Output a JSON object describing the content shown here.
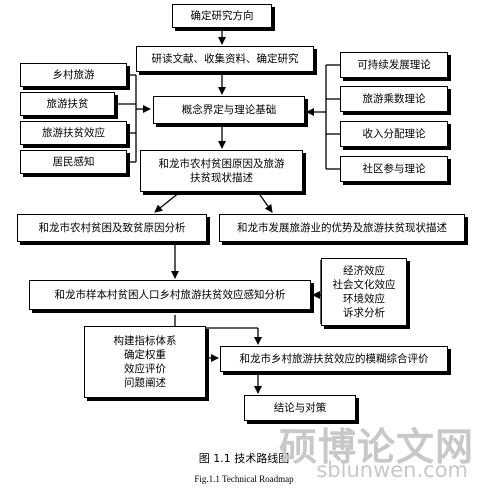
{
  "boxes": {
    "start": "确定研究方向",
    "research": "研读文献、收集资料、确定研究",
    "concept": "概念界定与理论基础",
    "status": [
      "和龙市农村贫困原因及旅游",
      "扶贫现状描述"
    ],
    "poverty_cause": "和龙市农村贫困及致贫原因分析",
    "tourism_advantage": "和龙市发展旅游业的优势及旅游扶贫现状描述",
    "perception": "和龙市样本村贫困人口乡村旅游扶贫效应感知分析",
    "fuzzy_eval": "和龙市乡村旅游扶贫效应的模糊综合评价",
    "conclusion": "结论与对策"
  },
  "left_concepts": [
    "乡村旅游",
    "旅游扶贫",
    "旅游扶贫效应",
    "居民感知"
  ],
  "right_theories": [
    "可持续发展理论",
    "旅游乘数理论",
    "收入分配理论",
    "社区参与理论"
  ],
  "effects": [
    "经济效应",
    "社会文化效应",
    "环境效应",
    "诉求分析"
  ],
  "index_steps": [
    "构建指标体系",
    "确定权重",
    "效应评价",
    "问题阐述"
  ],
  "caption": {
    "cn": "图 1.1  技术路线图",
    "en": "Fig.1.1 Technical Roadmap"
  },
  "watermark": {
    "cn": "硕博论文网",
    "url": "sblunwen.com"
  }
}
